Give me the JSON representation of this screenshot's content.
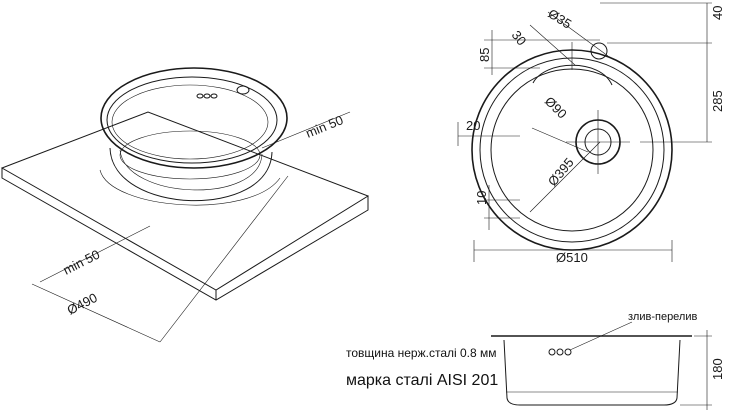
{
  "iso_view": {
    "dim_min50_top": "min 50",
    "dim_min50_bottom": "min 50",
    "dim_diameter_cutout": "Ø490"
  },
  "top_view": {
    "dim_diameter_tap": "Ø35",
    "dim_tap_offset": "30",
    "dim_85": "85",
    "dim_40": "40",
    "dim_285": "285",
    "dim_20": "20",
    "dim_drain": "Ø90",
    "dim_bowl": "Ø395",
    "dim_10": "10",
    "dim_outer": "Ø510"
  },
  "side_view": {
    "label_overflow": "злив-перелив",
    "dim_height": "180"
  },
  "notes": {
    "thickness": "товщина нерж.сталі 0.8 мм",
    "grade": "марка сталі AISI 201"
  }
}
